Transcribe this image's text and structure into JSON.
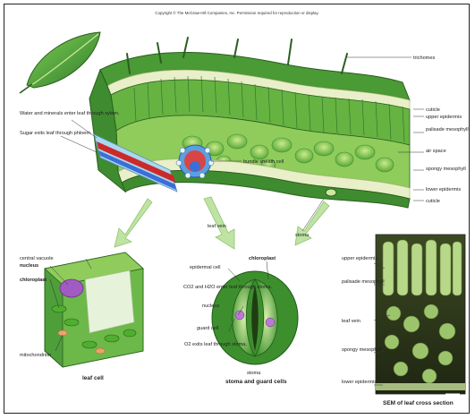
{
  "copyright": "Copyright © The McGraw-Hill Companies, Inc. Permission required for reproduction or display.",
  "labels": {
    "trichomes": "trichomes",
    "cuticle": "cuticle",
    "upper_epidermis": "upper epidermis",
    "palisade_mesophyll": "palisade mesophyll",
    "air_space": "air space",
    "spongy_mesophyll": "spongy mesophyll",
    "lower_epidermis": "lower epidermis",
    "cuticle_lower": "cuticle",
    "water_minerals": "Water and minerals enter leaf through xylem.",
    "sugar_exits": "Sugar exits leaf through phloem.",
    "bundle_sheath": "bundle sheath cell",
    "leaf_vein": "leaf vein",
    "stoma": "stoma",
    "central_vacuole": "central vacuole",
    "nucleus": "nucleus",
    "chloroplast": "chloroplast",
    "mitochondrion": "mitochondrion",
    "leaf_cell": "leaf cell",
    "chloroplast_stoma": "chloroplast",
    "epidermal_cell": "epidermal cell",
    "co2_h2o_enter": "CO2 and H2O enter leaf through stoma.",
    "nucleus_stoma": "nucleus",
    "guard_cell": "guard cell",
    "o2_exits": "O2 exits leaf through stoma.",
    "stoma_guard": "stoma",
    "stoma_caption": "stoma and guard cells",
    "upper_epidermis_sem": "upper epidermis",
    "palisade_sem": "palisade mesophyll",
    "leaf_vein_sem": "leaf vein",
    "spongy_sem": "spongy mesophyll",
    "lower_epidermis_sem": "lower epidermis",
    "sem_caption": "SEM of leaf cross section"
  },
  "colors": {
    "frame": "#222222",
    "leaf_dark": "#2f7a2c",
    "leaf_mid": "#5aa83a",
    "leaf_light": "#a8d66a",
    "epidermis": "#e9efc8",
    "xylem": "#cc2a2a",
    "phloem": "#3b6fd6",
    "arrow": "#bfe3a3"
  },
  "icons": [
    "leaf-icon"
  ]
}
